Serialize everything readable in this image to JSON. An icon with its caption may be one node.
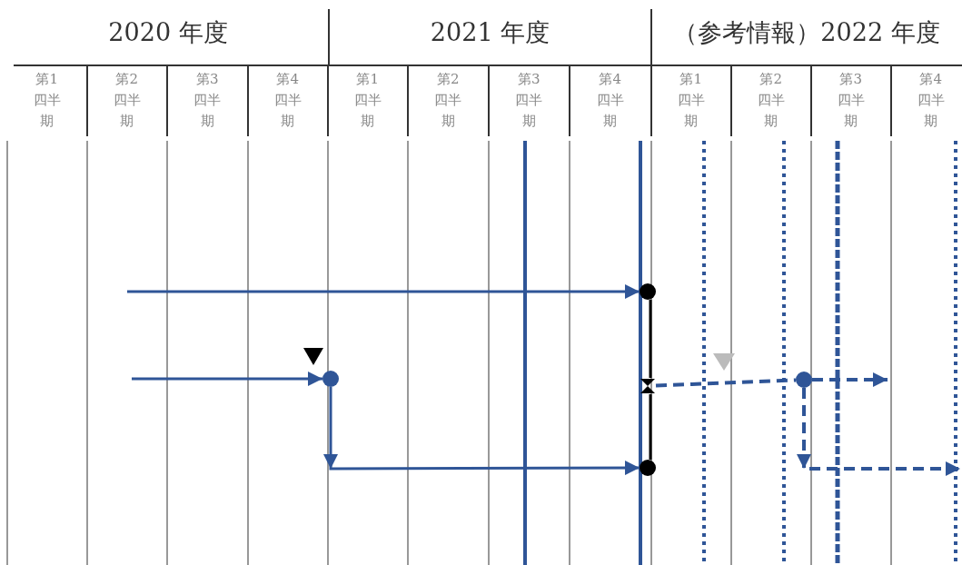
{
  "diagram": {
    "nodes": [
      {
        "text": [],
        "shape": "circle"
      },
      {
        "text": [],
        "shape": "circle"
      },
      {
        "text": [],
        "shape": "circle"
      },
      {
        "text": [],
        "shape": "bowtie"
      },
      {
        "text": [],
        "shape": "circle"
      }
    ],
    "edges": [
      {
        "from": null,
        "to": 0,
        "arrow": "to"
      },
      {
        "from": null,
        "to": 1,
        "arrow": "to"
      },
      {
        "from": 1,
        "to": 2,
        "arrow": "to"
      },
      {
        "from": 0,
        "to": 3,
        "arrow": "none",
        "color": "#000000"
      },
      {
        "from": 3,
        "to": 2,
        "arrow": "none",
        "color": "#000000"
      },
      {
        "from": 3,
        "to": 4,
        "arrow": "none",
        "style": "dashed"
      },
      {
        "from": 4,
        "to": null,
        "arrow": "to",
        "style": "dashed"
      },
      {
        "from": 4,
        "to": null,
        "arrow": "to",
        "style": "dashed"
      }
    ],
    "labels": [
      "2020 年度",
      "2021 年度",
      "（参考情報）2022 年度",
      "第1四半期",
      "第2四半期",
      "第3四半期",
      "第4四半期",
      "第1四半期",
      "第2四半期",
      "第3四半期",
      "第4四半期",
      "第1四半期",
      "第2四半期",
      "第3四半期",
      "第4四半期"
    ]
  }
}
